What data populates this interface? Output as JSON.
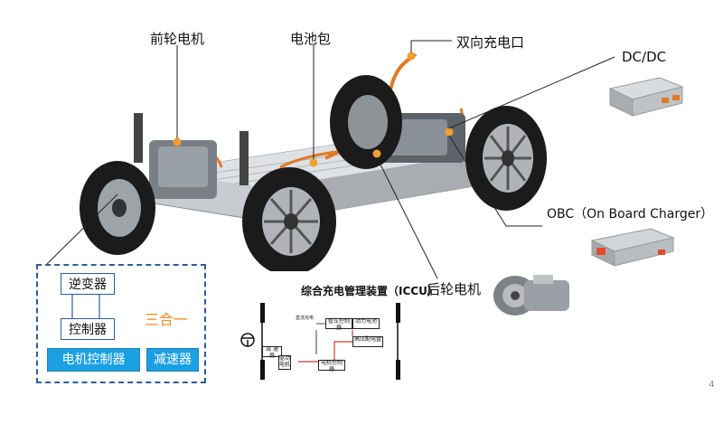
{
  "labels": {
    "front_motor": "前轮电机",
    "battery_pack": "电池包",
    "charge_port": "双向充电口",
    "dcdc": "DC/DC",
    "obc": "OBC（On Board Charger）",
    "rear_motor": "后轮电机"
  },
  "block_diagram": {
    "inverter": "逆变器",
    "controller": "控制器",
    "motor_controller": "电机控制器",
    "reducer": "减速器",
    "three_in_one": "三合一"
  },
  "iccu": {
    "title": "综合充电管理装置（ICCU）",
    "nodes": {
      "vehicle_controller": "整车控制器",
      "power_battery": "动力电池",
      "hv_distribution": "高压配电盘",
      "motor_controller": "电机控制器",
      "reducer": "减 速 器",
      "drive_motor": "驱动\n电机",
      "dc_charging": "直流充电"
    }
  },
  "page_number": "4",
  "colors": {
    "accent_orange": "#f08a24",
    "box_blue": "#1ba0e2",
    "dashed_border": "#2e5c9a",
    "marker_orange": "#f0a030"
  },
  "icons": [
    "car-chassis-illustration",
    "dcdc-module-image",
    "obc-module-image",
    "rear-motor-image",
    "steering-wheel-icon"
  ]
}
